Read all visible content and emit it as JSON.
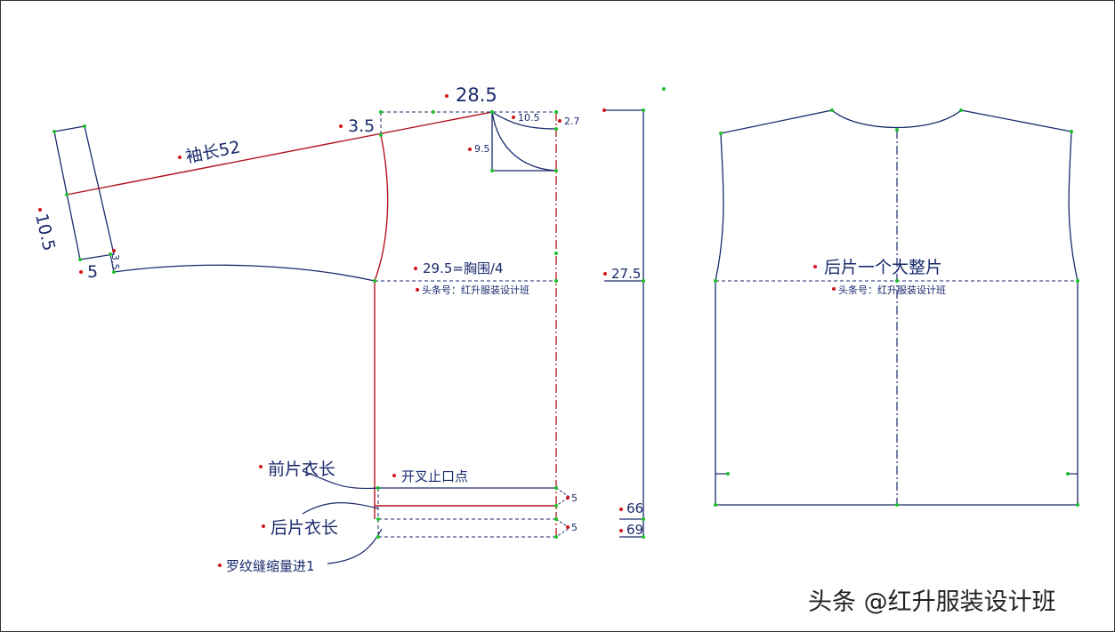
{
  "colors": {
    "outline": "#1a2a6c",
    "construction": "#b0141c",
    "dashed": "#1a2a6c",
    "point_green": "#1fbf2a",
    "dot_red": "#d0141c",
    "watermark": "#222222"
  },
  "labels": {
    "shoulder_width": "28.5",
    "shoulder_ext": "3.5",
    "neck_width": "10.5",
    "neck_drop_front": "9.5",
    "neck_drop_back": "2.7",
    "sleeve_length": "袖长52",
    "cuff_width": "10.5",
    "cuff_depth": "5",
    "cuff_offset": "3.5",
    "bust": "29.5=胸围/4",
    "credit_front": "头条号：红升服装设计班",
    "slit_point": "开叉止口点",
    "front_length": "前片衣长",
    "back_length": "后片衣长",
    "rib_shrink": "罗纹缝缩量进1",
    "hem_a": "5",
    "hem_b": "5",
    "armhole_depth": "27.5",
    "length_front": "66",
    "length_back": "69",
    "back_piece": "后片一个大整片",
    "credit_back": "头条号：红升服装设计班"
  },
  "watermark": "头条 @红升服装设计班"
}
